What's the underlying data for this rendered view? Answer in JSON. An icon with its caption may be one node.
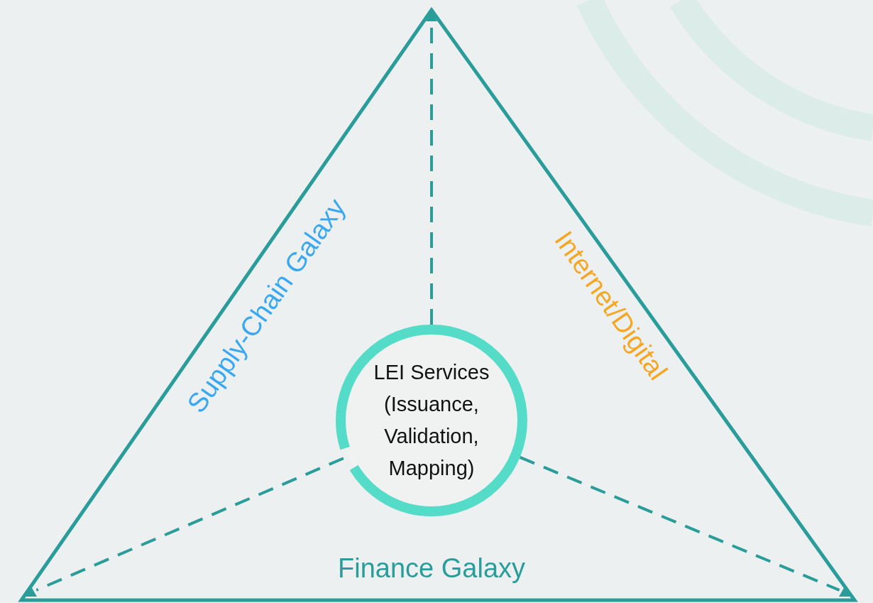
{
  "diagram": {
    "nodes": [
      {
        "text": [
          "LEI Services (Issuance, Validation, Mapping)"
        ]
      },
      {
        "text": [],
        "shape": "triangle"
      },
      {
        "text": [],
        "shape": "triangle"
      },
      {
        "text": [],
        "shape": "triangle"
      }
    ],
    "edges": [
      {
        "from": 0,
        "to": 1,
        "arrow": "none",
        "style": "dashed"
      },
      {
        "from": 0,
        "to": 2,
        "arrow": "none",
        "style": "dashed"
      },
      {
        "from": 0,
        "to": 3,
        "arrow": "none",
        "style": "dashed"
      }
    ],
    "labels": [
      "Supply-Chain Galaxy",
      "Internet/Digital",
      "Finance Galaxy"
    ]
  }
}
